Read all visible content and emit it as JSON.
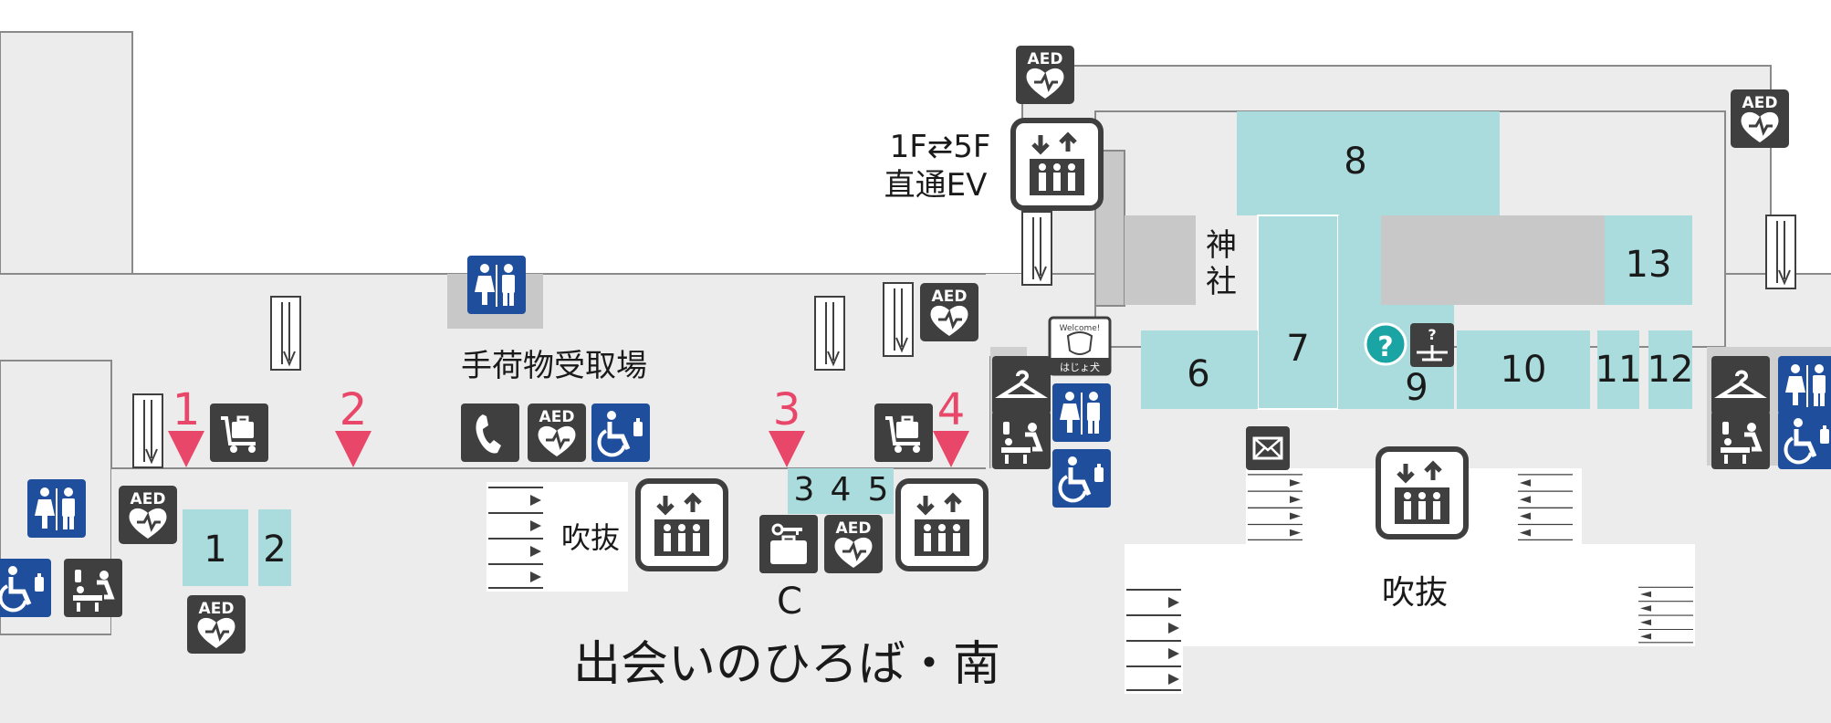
{
  "colors": {
    "floor": "#ececec",
    "wall": "#8a8a8a",
    "shop": "#aadbdd",
    "service": "#c8c8c8",
    "icon_dark": "#3f3f3f",
    "icon_blue": "#1f4e9c",
    "gate": "#e8476a",
    "info": "#1aa4a4"
  },
  "labels": {
    "baggage_claim": "手荷物受取場",
    "fukinuke_left": "吹抜",
    "fukinuke_right": "吹抜",
    "plaza": "出会いのひろば・南",
    "ev_floors": "1F⇄5F",
    "ev_direct": "直通EV",
    "shrine_1": "神",
    "shrine_2": "社",
    "c_area": "C",
    "welcome_top": "Welcome!",
    "welcome_bottom": "はじょ犬"
  },
  "gates": [
    "1",
    "2",
    "3",
    "4"
  ],
  "shops": [
    "1",
    "2",
    "3",
    "4",
    "5",
    "6",
    "7",
    "8",
    "9",
    "10",
    "11",
    "12",
    "13"
  ],
  "icons": {
    "aed": "AED",
    "info": "?",
    "restroom": "restroom-icon",
    "wheelchair": "wheelchair-icon",
    "elevator": "elevator-icon",
    "phone": "telephone-icon",
    "cart": "baggage-cart-icon",
    "locker": "coin-locker-icon",
    "nursery": "baby-care-icon",
    "cloak": "cloakroom-icon",
    "mail": "mailbox-icon",
    "lost": "lost-and-found-icon"
  }
}
